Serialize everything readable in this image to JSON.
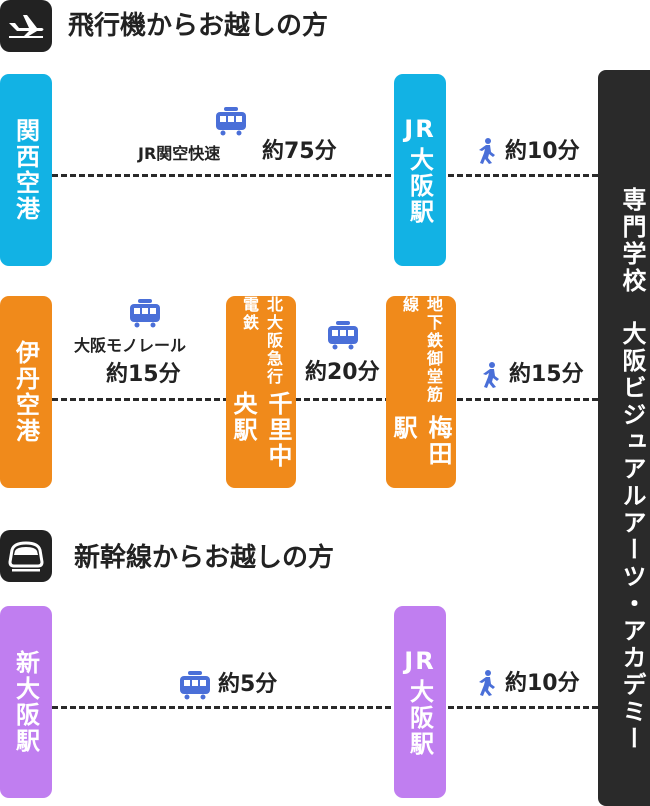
{
  "sections": {
    "air": {
      "title": "飛行機からお越しの方",
      "icon": "airplane-icon"
    },
    "shinkansen": {
      "title": "新幹線からお越しの方",
      "icon": "shinkansen-icon"
    }
  },
  "destination": {
    "line1": "専門学校",
    "line2": "大阪ビジュアルアーツ・アカデミー"
  },
  "route_kansai": {
    "origin": "関西空港",
    "train": "JR関空快速",
    "train_time": "約75分",
    "transfer": "JR大阪駅",
    "transfer_jr": "JR",
    "transfer_name": "大阪駅",
    "walk_time": "約10分"
  },
  "route_itami": {
    "origin": "伊丹空港",
    "monorail": "大阪モノレール",
    "monorail_time": "約15分",
    "stop1_line": "北大阪急行電鉄",
    "stop1_name": "千里中央駅",
    "metro_time": "約20分",
    "stop2_line": "地下鉄御堂筋線",
    "stop2_name": "梅田駅",
    "walk_time": "約15分"
  },
  "route_shinosaka": {
    "origin": "新大阪駅",
    "train_time": "約5分",
    "transfer_jr": "JR",
    "transfer_name": "大阪駅",
    "walk_time": "約10分"
  },
  "colors": {
    "airport_kix": "#12b2e4",
    "airport_itami": "#f08a1b",
    "shinkansen": "#c07ef0",
    "train_icon": "#4a6fd8",
    "dark": "#222222"
  }
}
